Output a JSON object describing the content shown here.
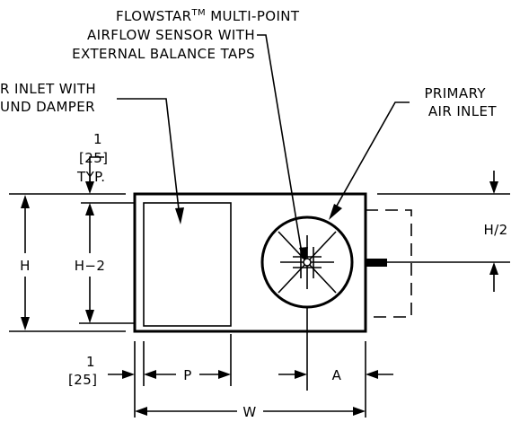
{
  "callouts": {
    "flowstar_line1_prefix": "FLOWSTAR",
    "flowstar_tm": "TM",
    "flowstar_line1_suffix": " MULTI-POINT",
    "flowstar_line2": "AIRFLOW SENSOR WITH",
    "flowstar_line3": "EXTERNAL BALANCE TAPS",
    "secondary_line1": "R INLET WITH",
    "secondary_line2": "UND DAMPER",
    "primary_line1": "PRIMARY",
    "primary_line2": "AIR INLET"
  },
  "dimensions": {
    "top_margin_value": "1",
    "top_margin_metric": "[25]",
    "top_margin_note": "TYP.",
    "height": "H",
    "height_minus_2": "H−2",
    "half_height": "H/2",
    "left_margin_value": "1",
    "left_margin_metric": "[25]",
    "p_dim": "P",
    "a_dim": "A",
    "width": "W"
  }
}
